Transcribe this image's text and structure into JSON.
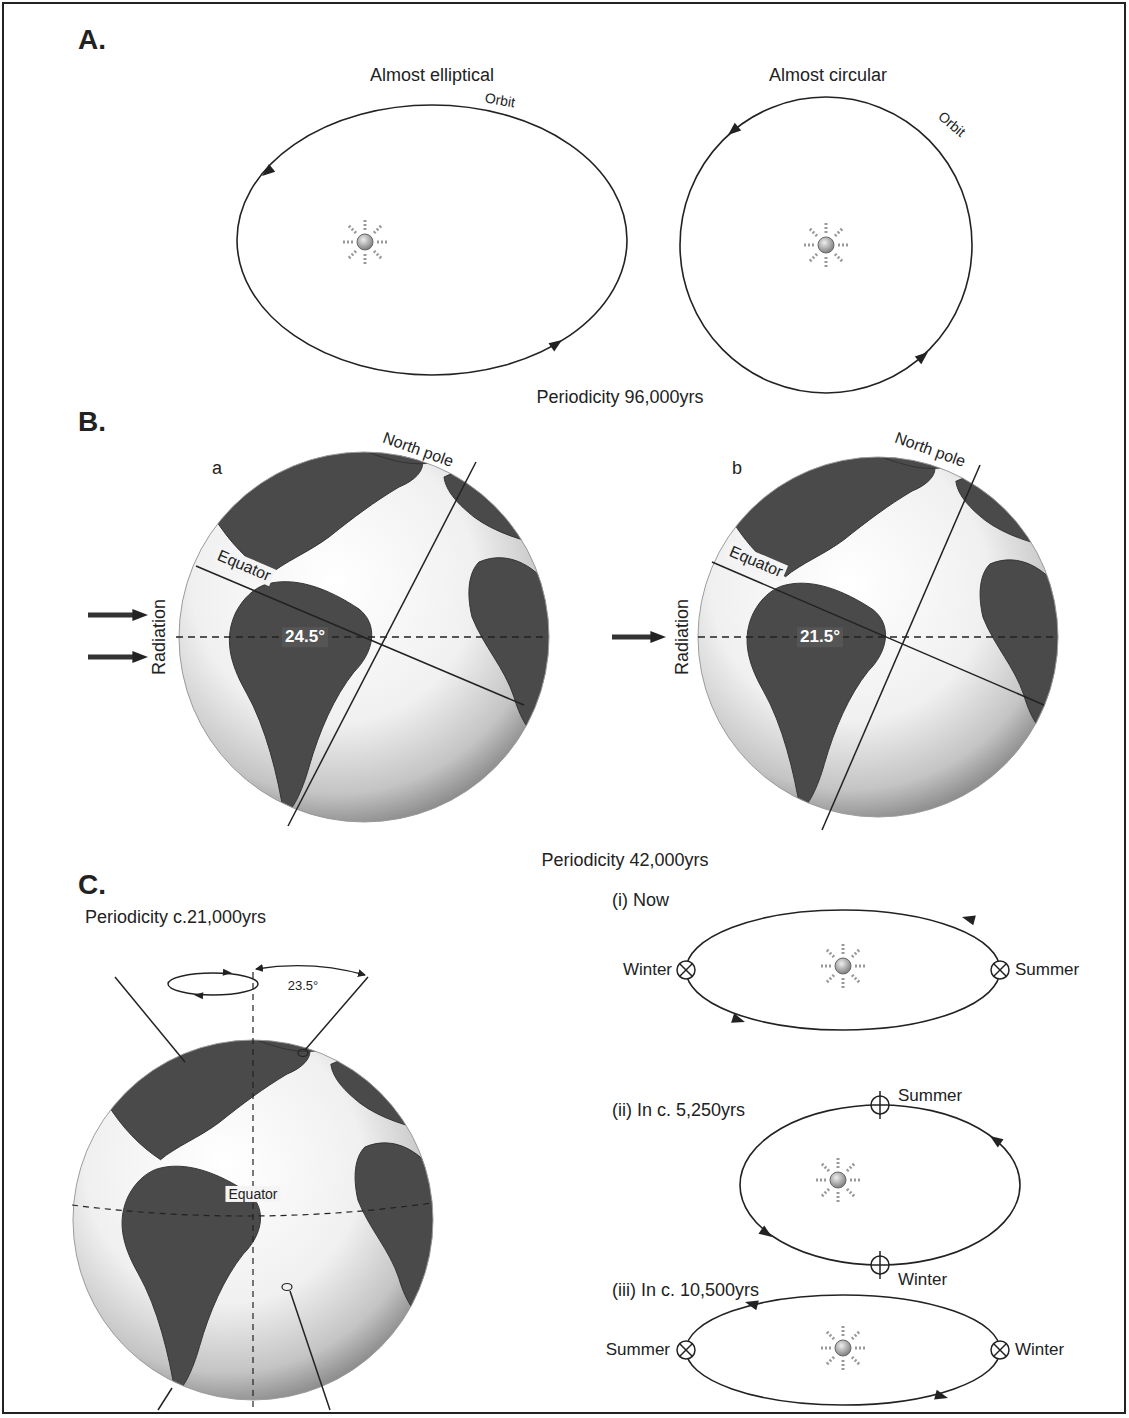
{
  "diagram": {
    "labels": [
      "A.",
      "Almost elliptical",
      "Almost circular",
      "Orbit",
      "Orbit",
      "Periodicity 96,000yrs",
      "B.",
      "a",
      "North pole",
      "Equator",
      "Radiation",
      "24.5°",
      "b",
      "North pole",
      "Equator",
      "Radiation",
      "21.5°",
      "Periodicity 42,000yrs",
      "C.",
      "Periodicity c.21,000yrs",
      "23.5°",
      "Equator",
      "(i) Now",
      "Winter",
      "Summer",
      "(ii) In c. 5,250yrs",
      "Summer",
      "Winter",
      "(iii) In c. 10,500yrs",
      "Summer",
      "Winter"
    ]
  }
}
